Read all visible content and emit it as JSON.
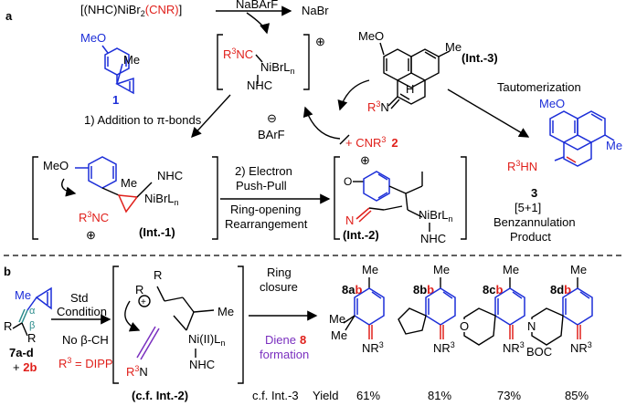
{
  "panel_a": {
    "label": "a",
    "catalyst_prefix": "[(NHC)NiBr",
    "catalyst_sub": "2",
    "catalyst_cnr": "(CNR)",
    "catalyst_close": "]",
    "reagent_top": "NaBArF",
    "byproduct": "NaBr",
    "meo": "MeO",
    "me": "Me",
    "compound_1": "1",
    "ni_complex": {
      "r3": "R",
      "r3_sup": "3",
      "nc": "NC",
      "ni": "NiBrL",
      "n_sub": "n",
      "nhc": "NHC",
      "charge": "⊕"
    },
    "counter_ion": {
      "label": "BArF",
      "charge": "⊖"
    },
    "step1": "1) Addition to π-bonds",
    "step2_line1": "2) Electron",
    "step2_line2": "Push-Pull",
    "step2_line3": "Ring-opening",
    "step2_line4": "Rearrangement",
    "int1": "(Int.-1)",
    "int2": "(Int.-2)",
    "int3": "(Int.-3)",
    "int3_h": "H",
    "add_cnr": "+ CNR",
    "add_cnr_sup": "3",
    "compound_2": "2",
    "tautomerization": "Tautomerization",
    "product_label": "3",
    "product_line1": "[5+1]",
    "product_line2": "Benzannulation",
    "product_line3": "Product",
    "r3hn_r": "R",
    "r3hn_sup": "3",
    "r3hn_hn": "HN",
    "nhc": "NHC",
    "int1_ni": "NiBrL",
    "int1_nhc": "NHC",
    "int1_r3nc": "NC",
    "int2_ni": "NiBrL",
    "int2_nhc": "NHC",
    "int2_n": "N",
    "int3_r3n": "N"
  },
  "panel_b": {
    "label": "b",
    "r": "R",
    "me": "Me",
    "alpha": "α",
    "beta": "β",
    "sm_label": "7a-d",
    "plus": "+ ",
    "sm_2b": "2b",
    "std1": "Std",
    "std2": "Condition",
    "no_bch": "No β-CH",
    "r3_dipp": "R",
    "r3_dipp_sup": "3",
    "r3_dipp_val": " = DIPP",
    "cf_int2": "(c.f. Int.-2)",
    "ni_ii": "Ni(II)L",
    "ni_sub": "n",
    "nhc": "NHC",
    "r3n": "N",
    "ring1": "Ring",
    "ring2": "closure",
    "diene1": "Diene",
    "diene_num": "8",
    "diene2": "formation",
    "cf_int3": "c.f. Int.-3",
    "yield_label": "Yield",
    "products": [
      {
        "id": "8a",
        "suffix": "b",
        "yield": "61%"
      },
      {
        "id": "8b",
        "suffix": "b",
        "yield": "81%"
      },
      {
        "id": "8c",
        "suffix": "b",
        "yield": "73%"
      },
      {
        "id": "8d",
        "suffix": "b",
        "yield": "85%"
      }
    ],
    "nr3": "NR",
    "nr3_sup": "3",
    "o_label": "O",
    "n_label": "N",
    "boc": "BOC"
  },
  "colors": {
    "red": "#e0201b",
    "blue": "#1c2ed8",
    "purple": "#7a2fbf",
    "teal": "#2c8c8c"
  }
}
